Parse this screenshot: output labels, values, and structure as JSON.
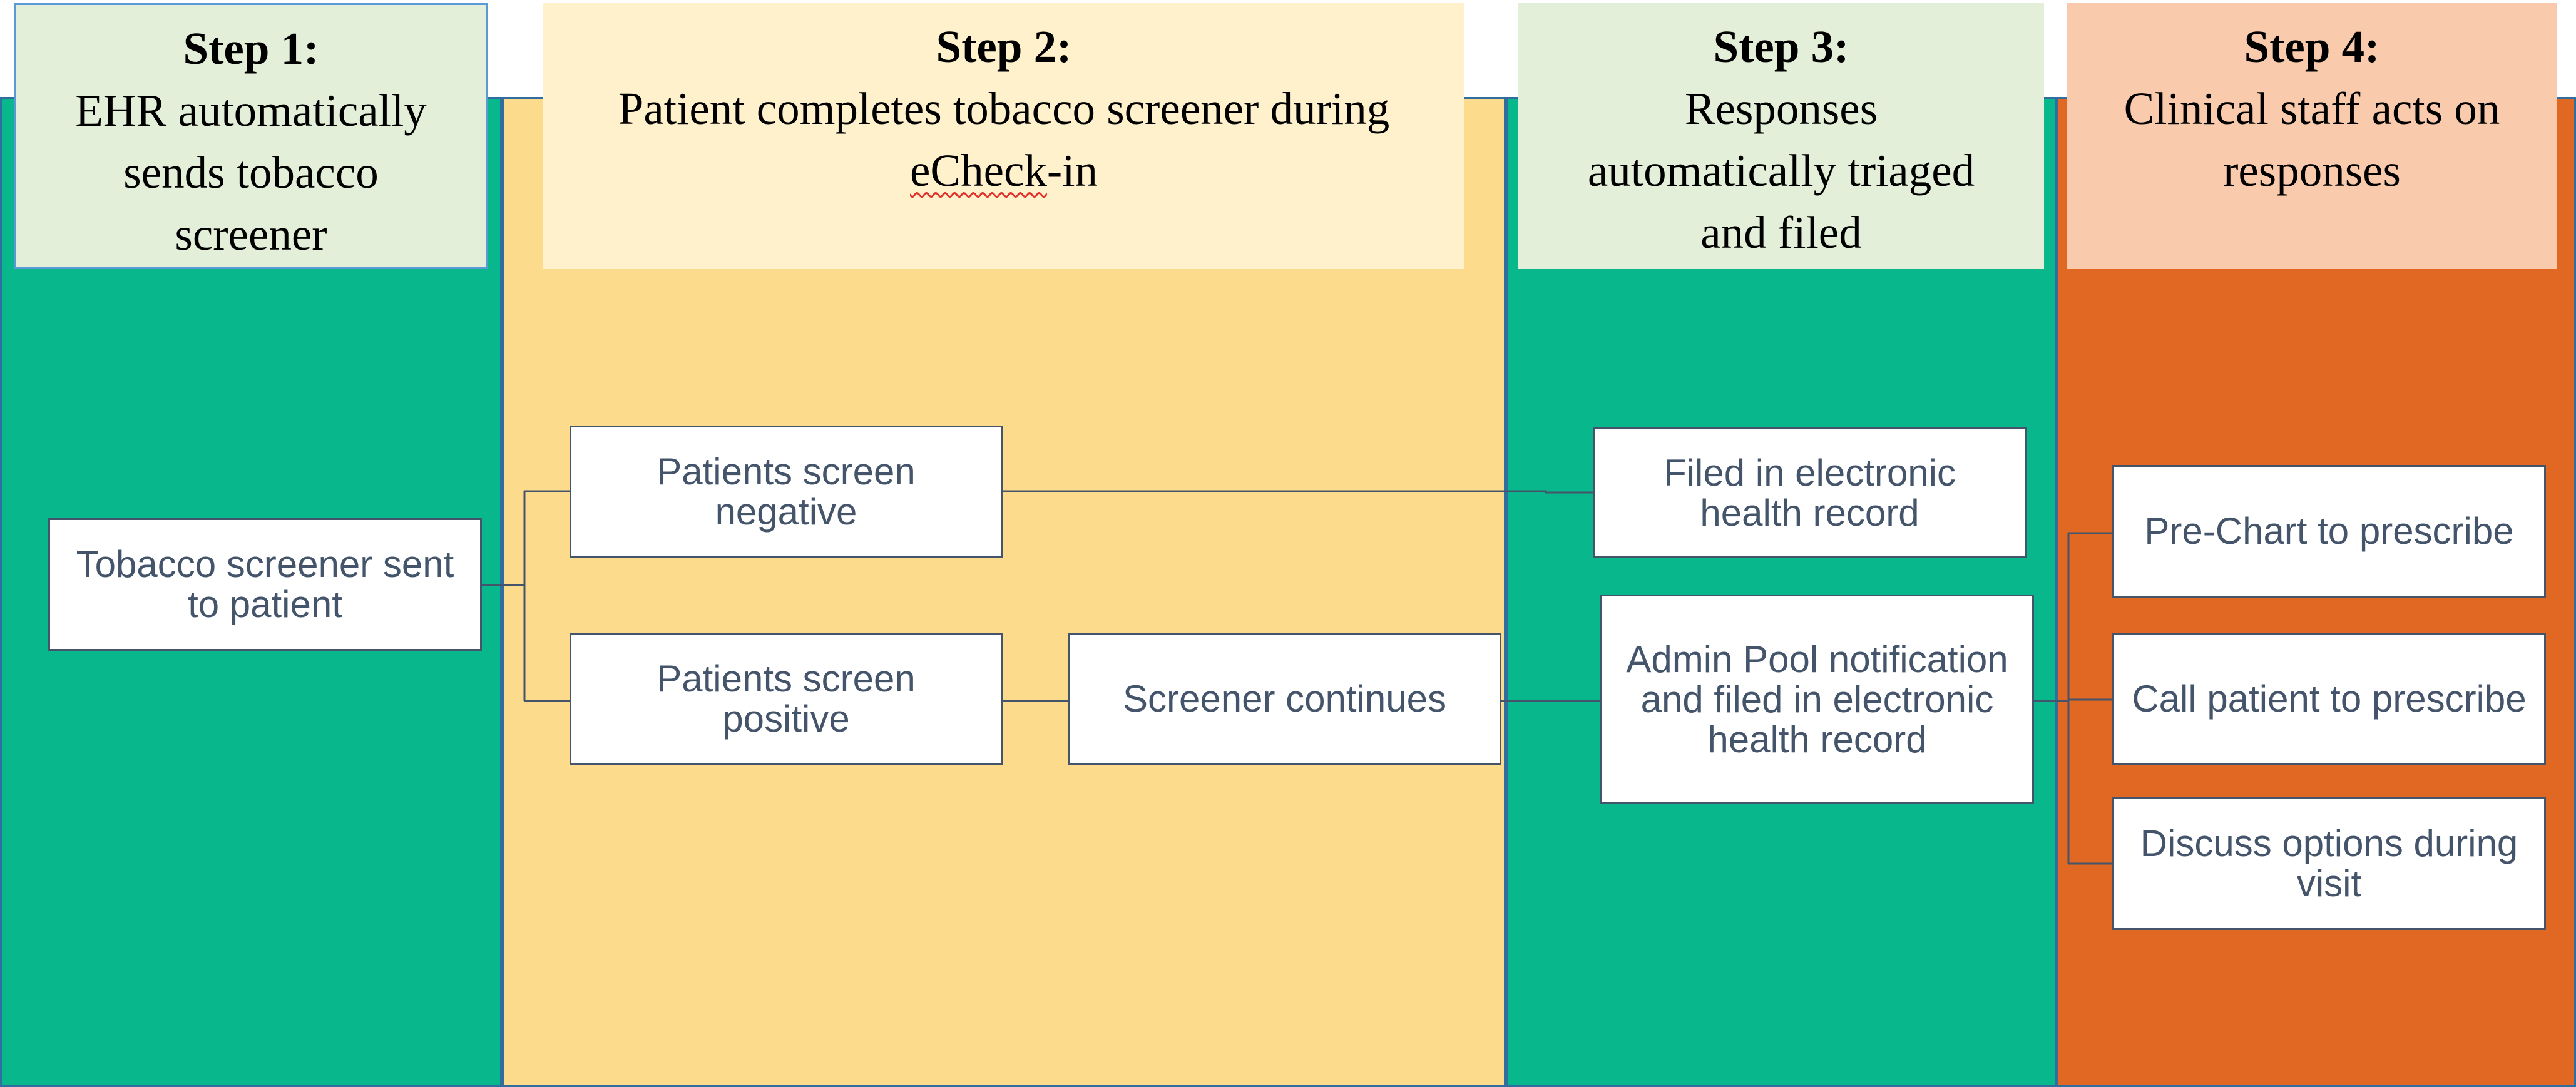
{
  "colors": {
    "green": "#08b78b",
    "yellow": "#fcdc8c",
    "orange": "#e16822",
    "header_green": "#e3efd9",
    "header_yellow": "#fff1cc",
    "header_peach": "#f9cbac",
    "box_border": "#44546a",
    "box_text": "#44546a"
  },
  "steps": [
    {
      "step": "Step 1:",
      "lines": [
        "EHR automatically",
        "sends tobacco",
        "screener"
      ]
    },
    {
      "step": "Step 2:",
      "lines": [
        "Patient completes tobacco screener during"
      ],
      "flagged_word": "eCheck",
      "flagged_suffix": "-in"
    },
    {
      "step": "Step 3:",
      "lines": [
        "Responses",
        "automatically triaged",
        "and filed"
      ]
    },
    {
      "step": "Step 4:",
      "lines": [
        "Clinical staff acts on",
        "responses"
      ]
    }
  ],
  "boxes": {
    "screener_sent": [
      "Tobacco screener sent",
      "to patient"
    ],
    "screen_negative": [
      "Patients screen",
      "negative"
    ],
    "screen_positive": [
      "Patients screen",
      "positive"
    ],
    "screener_continues": [
      "Screener continues"
    ],
    "filed_ehr": [
      "Filed in electronic",
      "health record"
    ],
    "admin_pool": [
      "Admin Pool notification",
      "and filed in electronic",
      "health record"
    ],
    "pre_chart": [
      "Pre-Chart to prescribe"
    ],
    "call_patient": [
      "Call patient to prescribe"
    ],
    "discuss_options": [
      "Discuss options during",
      "visit"
    ]
  }
}
